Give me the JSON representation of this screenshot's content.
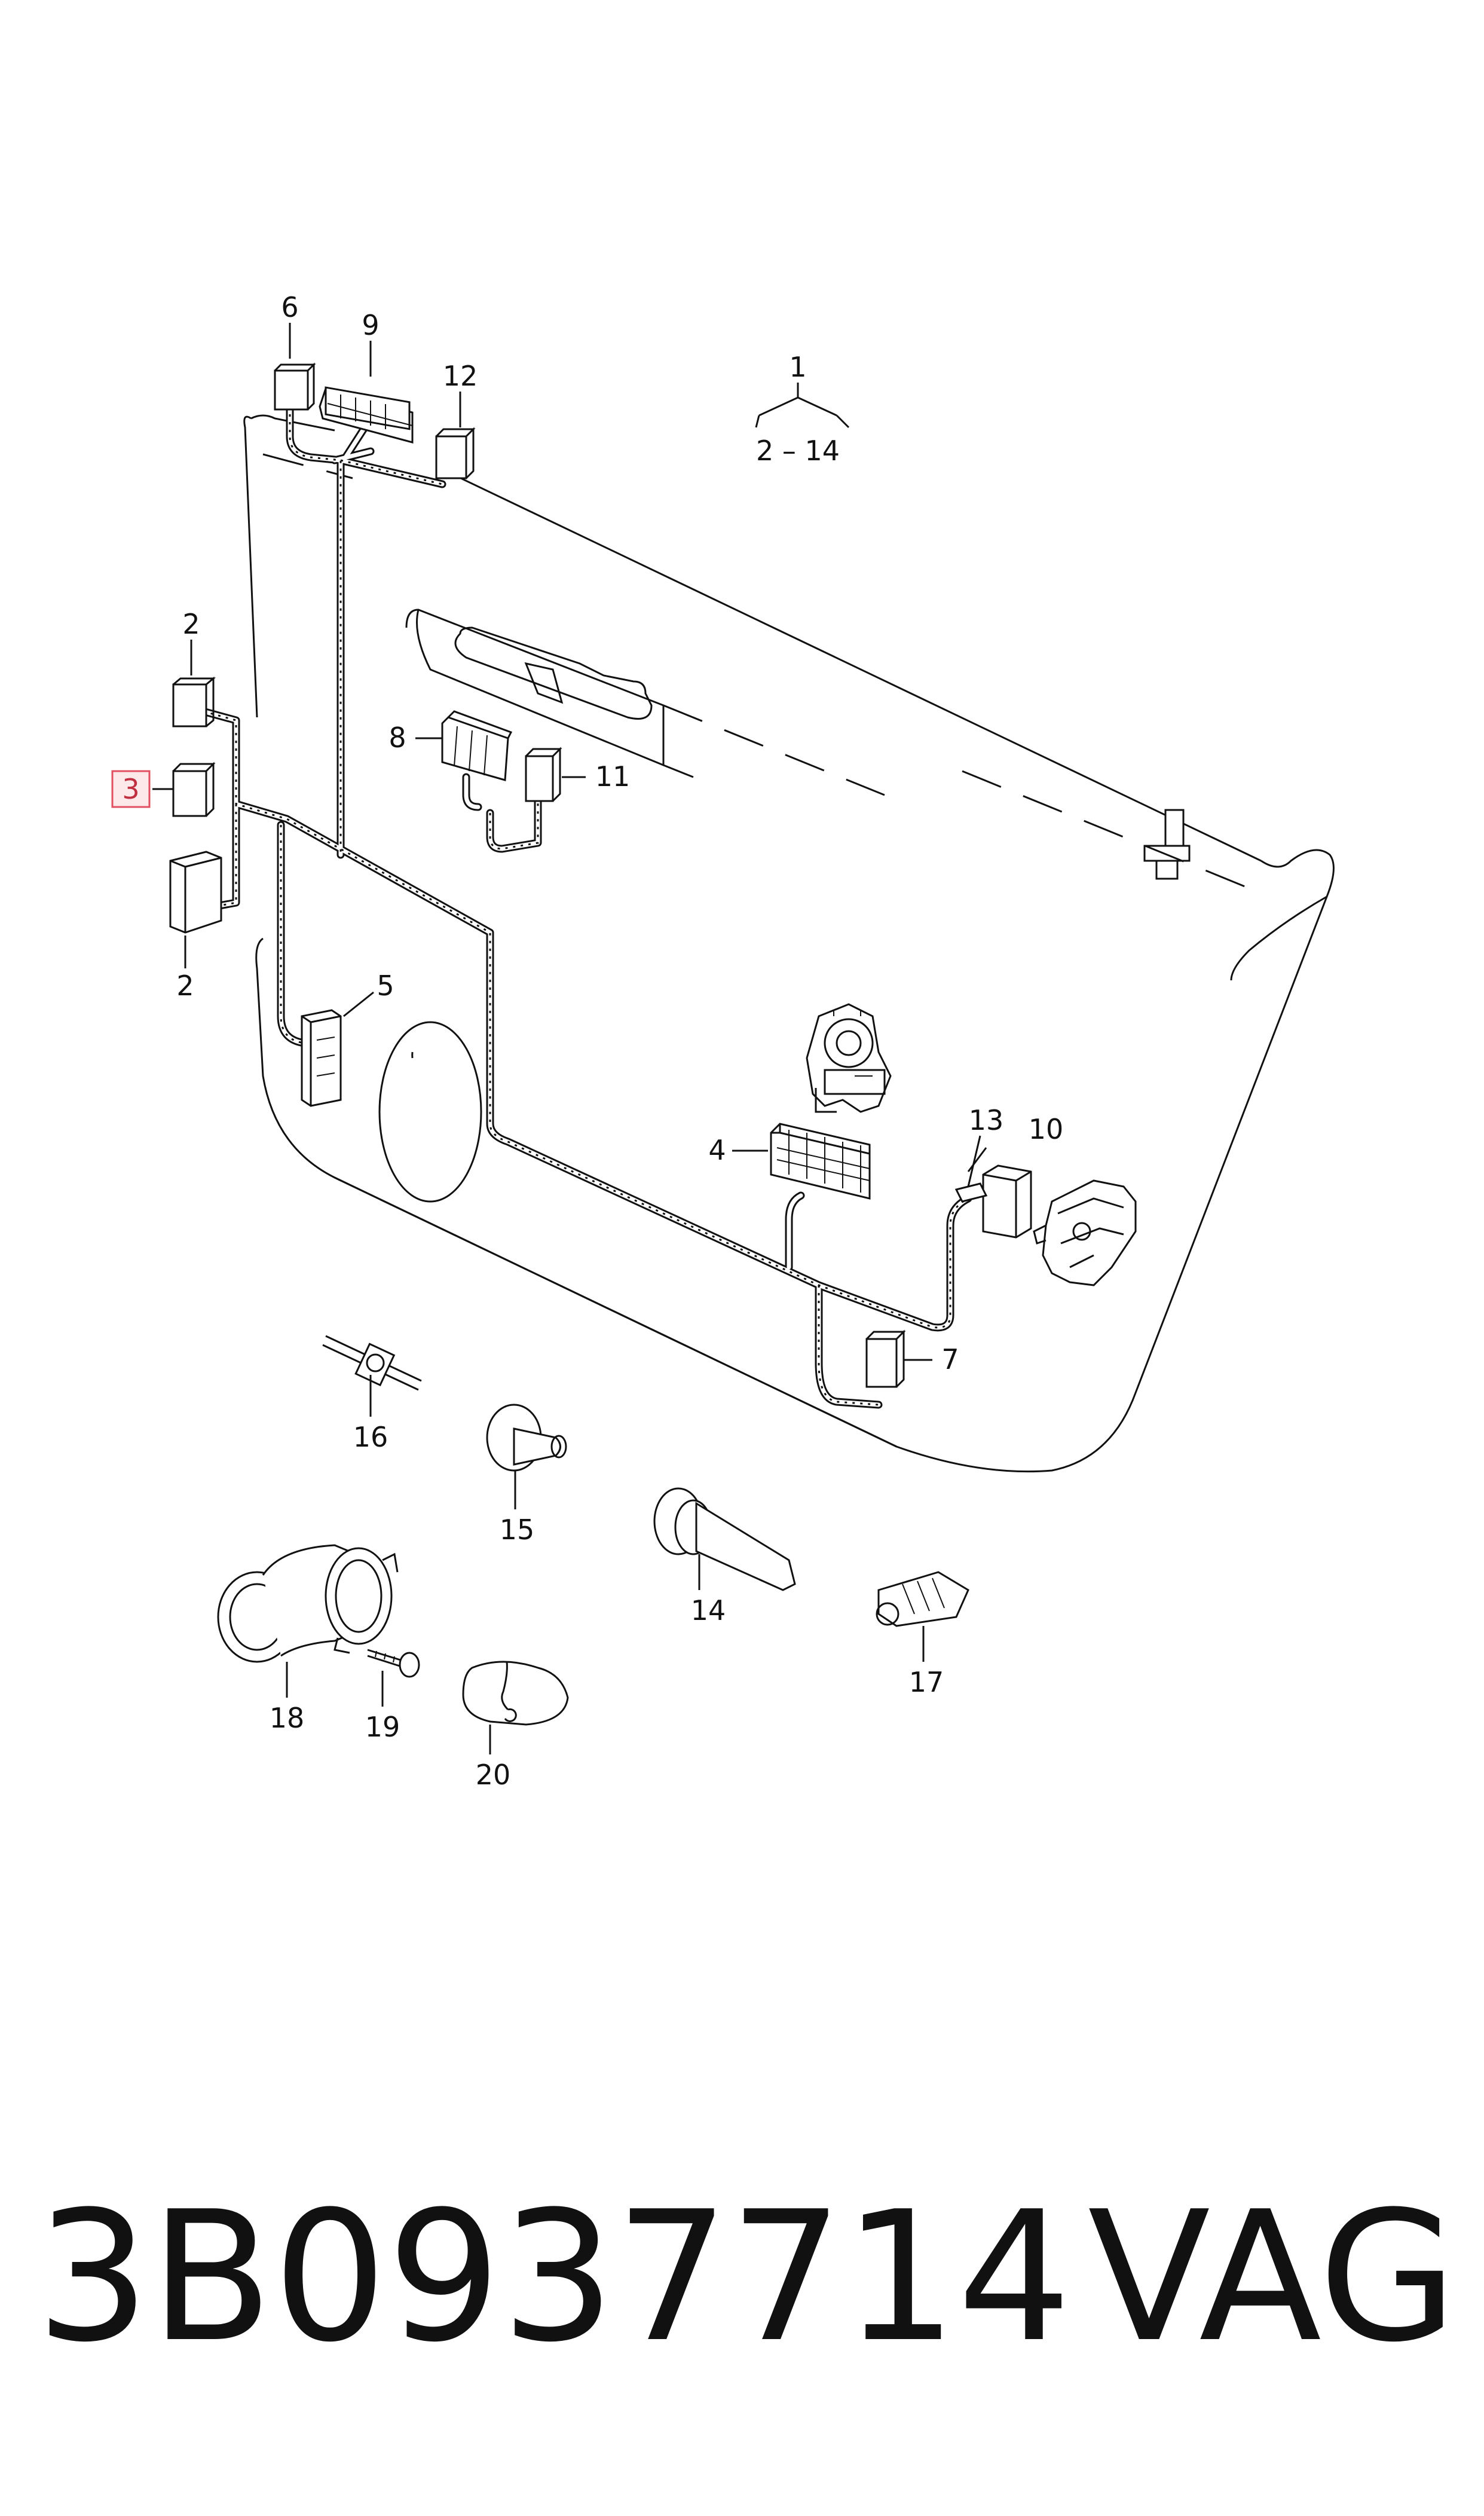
{
  "callouts": {
    "assembly": "1",
    "assembly_range": "2 – 14",
    "c2_upper": "2",
    "c2_lower": "2",
    "c3": "3",
    "c4": "4",
    "c5": "5",
    "c6": "6",
    "c7": "7",
    "c8": "8",
    "c9": "9",
    "c10": "10",
    "c11": "11",
    "c12": "12",
    "c13": "13",
    "c14": "14",
    "c15": "15",
    "c16": "16",
    "c17": "17",
    "c18": "18",
    "c19": "19",
    "c20": "20"
  },
  "highlight": {
    "callout": "3",
    "color": "#e05060",
    "fill": "#fde8ea"
  },
  "footer": {
    "part_number": "3B0937714",
    "brand": "VAG"
  }
}
